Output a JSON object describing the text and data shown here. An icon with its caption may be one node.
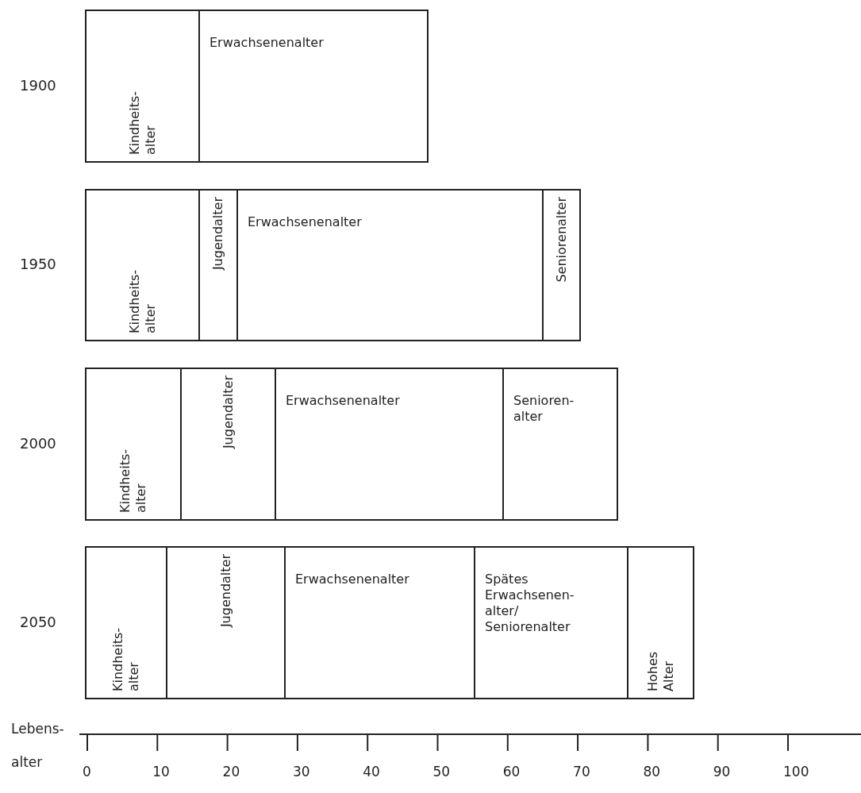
{
  "diagram": {
    "nodes": [
      {
        "text": [
          "1900"
        ]
      },
      {
        "text": [
          "Kindheits- alter"
        ],
        "in": 0
      },
      {
        "text": [
          "Erwachsenenalter"
        ],
        "in": 0
      },
      {
        "text": [
          "1950"
        ]
      },
      {
        "text": [
          "Kindheits- alter"
        ],
        "in": 3
      },
      {
        "text": [
          "Jugendalter"
        ],
        "in": 3
      },
      {
        "text": [
          "Erwachsenenalter"
        ],
        "in": 3
      },
      {
        "text": [
          "Seniorenalter"
        ],
        "in": 3
      },
      {
        "text": [
          "2000"
        ]
      },
      {
        "text": [
          "Kindheits- alter"
        ],
        "in": 8
      },
      {
        "text": [
          "Jugendalter"
        ],
        "in": 8
      },
      {
        "text": [
          "Erwachsenenalter"
        ],
        "in": 8
      },
      {
        "text": [
          "Senioren- alter"
        ],
        "in": 8
      },
      {
        "text": [
          "2050"
        ]
      },
      {
        "text": [
          "Kindheits- alter"
        ],
        "in": 13
      },
      {
        "text": [
          "Jugendalter"
        ],
        "in": 13
      },
      {
        "text": [
          "Erwachsenenalter"
        ],
        "in": 13
      },
      {
        "text": [
          "Spätes Erwachsenen- alter/ Seniorenalter"
        ],
        "in": 13
      },
      {
        "text": [
          "Hohes Alter"
        ],
        "in": 13
      }
    ],
    "labels": [
      "Lebens- alter",
      "0",
      "10",
      "20",
      "30",
      "40",
      "50",
      "60",
      "70",
      "80",
      "90",
      "100"
    ]
  }
}
